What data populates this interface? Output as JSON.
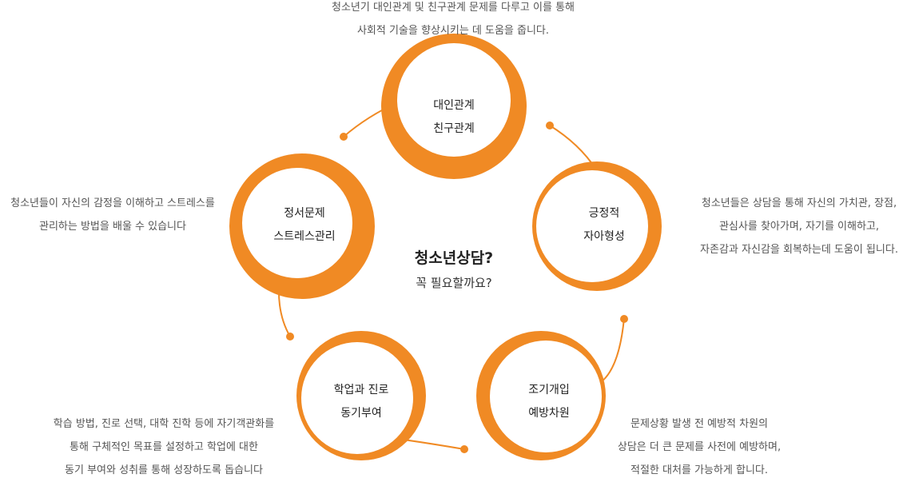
{
  "colors": {
    "accent": "#f08a24",
    "ring": "#f08a24"
  },
  "center": {
    "title": "청소년상담?",
    "subtitle": "꼭 필요할까요?"
  },
  "nodes": [
    {
      "id": "top",
      "line1": "대인관계",
      "line2": "친구관계"
    },
    {
      "id": "right",
      "line1": "긍정적",
      "line2": "자아형성"
    },
    {
      "id": "br",
      "line1": "조기개입",
      "line2": "예방차원"
    },
    {
      "id": "bl",
      "line1": "학업과 진로",
      "line2": "동기부여"
    },
    {
      "id": "left",
      "line1": "정서문제",
      "line2": "스트레스관리"
    }
  ],
  "descriptions": {
    "top": [
      "청소년기 대인관계 및 친구관계 문제를 다루고 이를 통해",
      "사회적 기술을 향상시키는 데 도움을 줍니다."
    ],
    "right": [
      "청소년들은 상담을 통해 자신의 가치관, 장점,",
      "관심사를 찾아가며, 자기를 이해하고,",
      "자존감과 자신감을 회복하는데 도움이 됩니다."
    ],
    "br": [
      "문제상황 발생 전 예방적 차원의",
      "상담은 더 큰 문제를 사전에 예방하며,",
      "적절한 대처를 가능하게 합니다."
    ],
    "bl": [
      "학습 방법, 진로 선택, 대학 진학 등에 자기객관화를",
      "통해 구체적인 목표를 설정하고 학업에 대한",
      "동기 부여와 성취를 통해 성장하도록 돕습니다"
    ],
    "left": [
      "청소년들이 자신의 감정을 이해하고 스트레스를",
      "관리하는 방법을 배울 수 있습니다"
    ]
  }
}
